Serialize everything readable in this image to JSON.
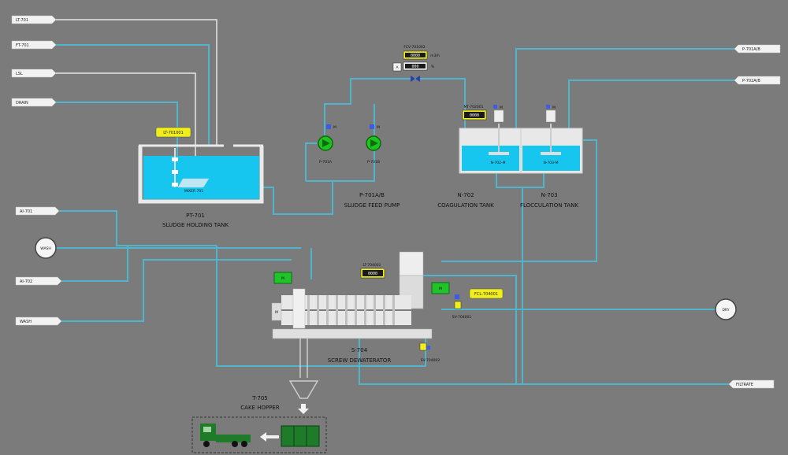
{
  "colors": {
    "background": "#7b7b7b",
    "pipe": "#4fb5cc",
    "signal_line": "#e6e6e6",
    "water": "#16c6ee",
    "yellow_tag": "#f2ee1a",
    "green_button": "#21c32a",
    "pump_green": "#1ec41e",
    "truck_green": "#1f7a2a"
  },
  "connectors_left": [
    {
      "id": "l1",
      "text": "LT-701"
    },
    {
      "id": "l2",
      "text": "FT-701"
    },
    {
      "id": "l3",
      "text": "LSL"
    },
    {
      "id": "l4",
      "text": "DRAIN"
    },
    {
      "id": "l5",
      "text": "AI-701"
    },
    {
      "id": "l6",
      "text": "AI-702"
    },
    {
      "id": "l7",
      "text": "WASH"
    }
  ],
  "connectors_right": [
    {
      "id": "r1",
      "text": "P-701A/B"
    },
    {
      "id": "r2",
      "text": "P-702A/B"
    },
    {
      "id": "r3",
      "text": "FILTRATE"
    }
  ],
  "circles": {
    "left": "WASH",
    "right": "DRY"
  },
  "tanks": {
    "pt701": {
      "line1": "PT-701",
      "line2": "SLUDGE HOLDING TANK",
      "mixer": "MIXER 701",
      "level_tag": "LT-701001"
    },
    "coag": {
      "line1": "N-702",
      "line2": "COAGULATION TANK",
      "inner": "N-702-M"
    },
    "floc": {
      "line1": "N-703",
      "line2": "FLOCCULATION TANK",
      "inner": "N-703-M"
    }
  },
  "pumps": {
    "group_line1": "P-701A/B",
    "group_line2": "SLUDGE FEED PUMP",
    "a": "P-701A",
    "b": "P-701B",
    "run_a": "M",
    "run_b": "M"
  },
  "valve_box": {
    "tag": "FCV-701002",
    "val1": "0000",
    "unit1": "m3/h",
    "val2": "000",
    "unit2": "%",
    "mode": "A"
  },
  "ph_meter": {
    "tag": "MT-702001",
    "value": "0000"
  },
  "mixers": {
    "coag": "M",
    "floc": "M"
  },
  "dewatering": {
    "line1": "S-704",
    "line2": "SCREW DEWATERATOR",
    "btn_left": "M",
    "btn_right": "M",
    "lt_tag": "LT-704001",
    "lt_value": "0000",
    "fcl_tag": "FCL-704001",
    "valve1": "SV-704001",
    "valve2": "SV-704002",
    "motor": "M"
  },
  "hopper": {
    "line1": "T-705",
    "line2": "CAKE HOPPER"
  }
}
